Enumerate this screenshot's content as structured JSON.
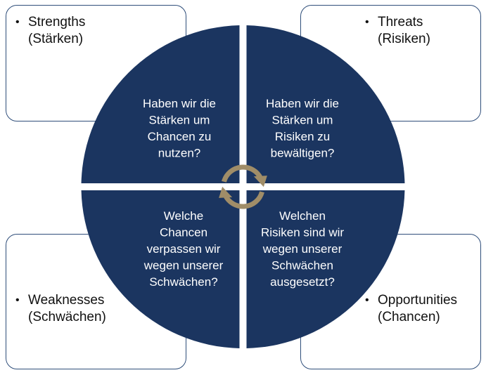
{
  "colors": {
    "quadrant": "#1b3560",
    "card_border": "#2f4e7a",
    "arrow": "#a08d68",
    "quadrant_text": "#ffffff",
    "card_text": "#111111"
  },
  "bullet_glyph": "•",
  "cards": {
    "strengths": {
      "title": "Strengths",
      "subtitle": "(Stärken)"
    },
    "threats": {
      "title": "Threats",
      "subtitle": "(Risiken)"
    },
    "weaknesses": {
      "title": "Weaknesses",
      "subtitle": "(Schwächen)"
    },
    "opportunities": {
      "title": "Opportunities",
      "subtitle": "(Chancen)"
    }
  },
  "quadrants": {
    "top_left": [
      "Haben wir die",
      "Stärken um",
      "Chancen zu",
      "nutzen?"
    ],
    "top_right": [
      "Haben wir die",
      "Stärken um",
      "Risiken zu",
      "bewältigen?"
    ],
    "bottom_left": [
      "Welche",
      "Chancen",
      "verpassen wir",
      "wegen unserer",
      "Schwächen?"
    ],
    "bottom_right": [
      "Welchen",
      "Risiken sind wir",
      "wegen unserer",
      "Schwächen",
      "ausgesetzt?"
    ]
  },
  "icons": {
    "center": "cycle-arrows-icon"
  }
}
